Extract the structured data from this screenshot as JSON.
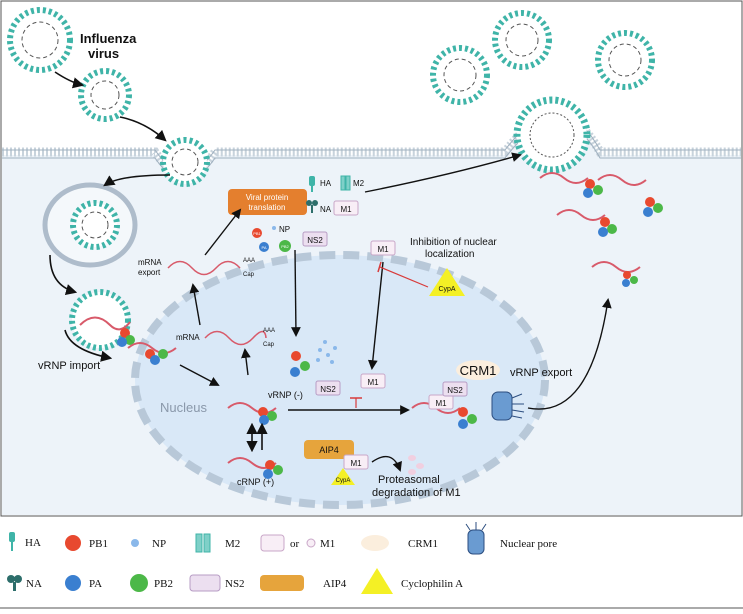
{
  "title": {
    "line1": "Influenza",
    "line2": "virus"
  },
  "labels": {
    "viral_protein_line1": "Viral protein",
    "viral_protein_line2": "translation",
    "ha": "HA",
    "m2": "M2",
    "na": "NA",
    "m1": "M1",
    "np": "NP",
    "pb1": "PB1",
    "pb2": "PB2",
    "pa": "PA",
    "ns2": "NS2",
    "mrna_export_line1": "mRNA",
    "mrna_export_line2": "export",
    "mrna": "mRNA",
    "aaa": "AAA",
    "cap": "Cap",
    "inhibition_line1": "Inhibition of nuclear",
    "inhibition_line2": "localization",
    "cypa": "CypA",
    "vrnp_import": "vRNP import",
    "vrnp_minus": "vRNP (-)",
    "crnp_plus": "cRNP (+)",
    "nucleus": "Nucleus",
    "aip4": "AIP4",
    "crm1": "CRM1",
    "vrnp_export": "vRNP export",
    "degradation_line1": "Proteasomal",
    "degradation_line2": "degradation of M1"
  },
  "legend": {
    "ha": "HA",
    "pb1": "PB1",
    "np": "NP",
    "m2": "M2",
    "or": "or",
    "m1": "M1",
    "crm1": "CRM1",
    "nuclear_pore": "Nuclear pore",
    "na": "NA",
    "pa": "PA",
    "pb2": "PB2",
    "ns2": "NS2",
    "aip4": "AIP4",
    "cyclophilin": "Cyclophilin A"
  },
  "colors": {
    "pb1": "#e8492f",
    "pa": "#3a7fd0",
    "pb2": "#4cb848",
    "np": "#8ab8ea",
    "ha": "#3fb4a8",
    "m1_fill": "#f8eef6",
    "m1_stroke": "#c9a7c8",
    "ns2_fill": "#ecdff0",
    "ns2_stroke": "#b79cc4",
    "aip4": "#e6a43c",
    "crm1": "#fbeedd",
    "cypa": "#f4f025",
    "nucleus": "#d9e8f7",
    "rna": "#d85a6a"
  }
}
